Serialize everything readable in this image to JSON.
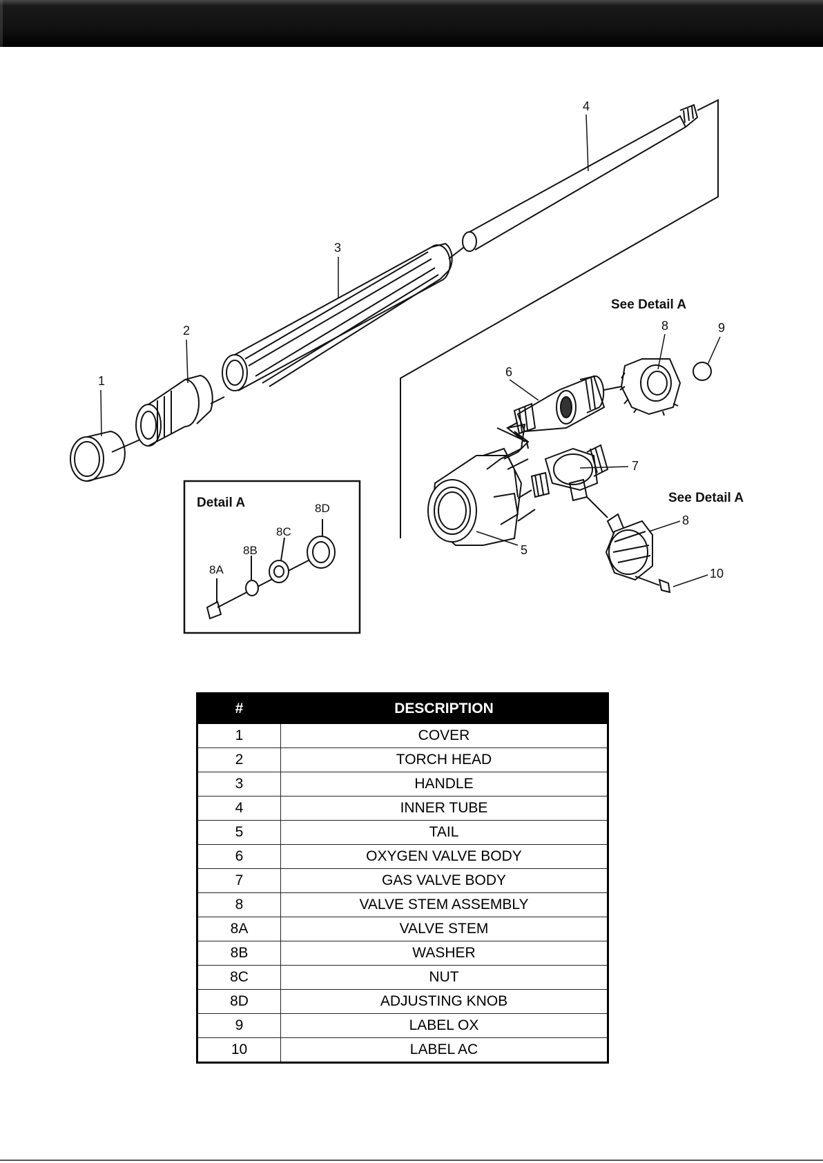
{
  "callouts": {
    "c1": "1",
    "c2": "2",
    "c3": "3",
    "c4": "4",
    "c5": "5",
    "c6": "6",
    "c7": "7",
    "c8_top": "8",
    "c8_bottom": "8",
    "c9": "9",
    "c10": "10",
    "see_detail_top": "See Detail A",
    "see_detail_bottom": "See Detail A"
  },
  "detail_box": {
    "title": "Detail A",
    "c8a": "8A",
    "c8b": "8B",
    "c8c": "8C",
    "c8d": "8D"
  },
  "parts_table": {
    "headers": {
      "num": "#",
      "description": "DESCRIPTION"
    },
    "rows": [
      {
        "num": "1",
        "description": "COVER"
      },
      {
        "num": "2",
        "description": "TORCH HEAD"
      },
      {
        "num": "3",
        "description": "HANDLE"
      },
      {
        "num": "4",
        "description": "INNER TUBE"
      },
      {
        "num": "5",
        "description": "TAIL"
      },
      {
        "num": "6",
        "description": "OXYGEN VALVE BODY"
      },
      {
        "num": "7",
        "description": "GAS VALVE BODY"
      },
      {
        "num": "8",
        "description": "VALVE STEM ASSEMBLY"
      },
      {
        "num": "8A",
        "description": "VALVE STEM"
      },
      {
        "num": "8B",
        "description": "WASHER"
      },
      {
        "num": "8C",
        "description": "NUT"
      },
      {
        "num": "8D",
        "description": "ADJUSTING KNOB"
      },
      {
        "num": "9",
        "description": "LABEL OX"
      },
      {
        "num": "10",
        "description": "LABEL AC"
      }
    ]
  }
}
